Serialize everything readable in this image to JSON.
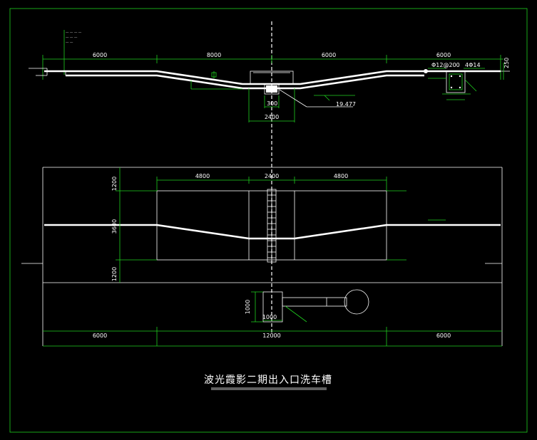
{
  "drawing": {
    "title": "波光霞影二期出入口洗车槽",
    "section": {
      "dims_top": [
        "6000",
        "8000",
        "6000",
        "6000"
      ],
      "dim_2400": "2400",
      "dim_300": "300",
      "elevation": "19.477",
      "rebar_left": "Φ12@200",
      "rebar_right": "4Φ14",
      "dim_right": "250"
    },
    "plan": {
      "dims_top": [
        "4800",
        "2400",
        "4800"
      ],
      "dims_left": [
        "1200",
        "3600",
        "1200"
      ],
      "dims_bottom": [
        "6000",
        "12000",
        "6000"
      ],
      "dim_1000": "1000",
      "dim_1000_v": "1000"
    }
  },
  "colors": {
    "background": "#000000",
    "frame": "#1fd01f",
    "lines": "#ffffff"
  }
}
